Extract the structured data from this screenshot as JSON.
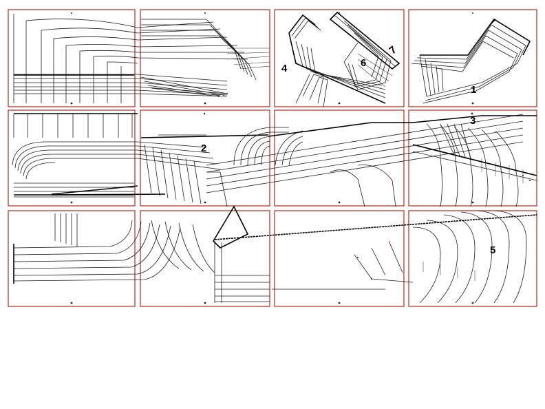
{
  "colors": {
    "tile_border": "#c0392b",
    "line": "#1a1a1a",
    "background": "#ffffff"
  },
  "layout": {
    "rows": 3,
    "cols": 4
  },
  "piece_numbers": [
    "1",
    "2",
    "3",
    "4",
    "5",
    "6",
    "7"
  ]
}
